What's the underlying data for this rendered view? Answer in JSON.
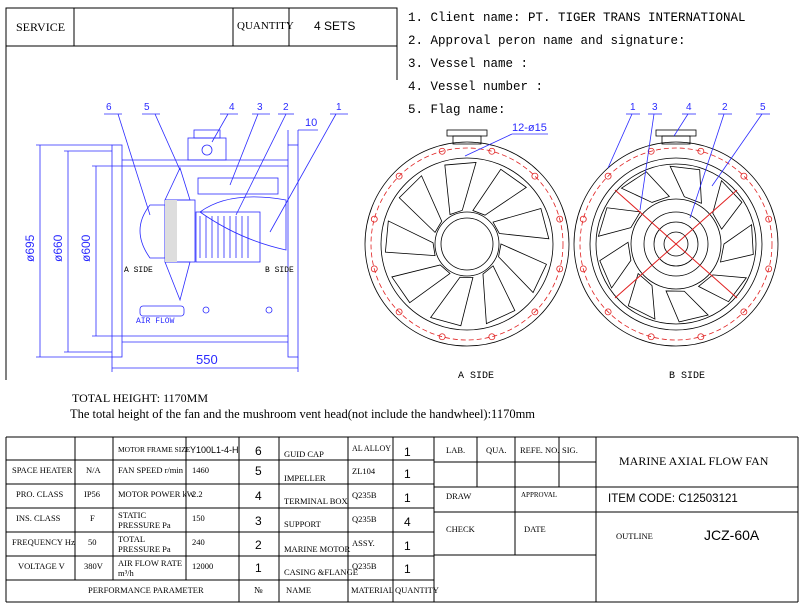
{
  "header": {
    "service_label": "SERVICE",
    "quantity_label": "QUANTITY",
    "quantity_value": "4 SETS"
  },
  "client_info": [
    "1.  Client name: PT. TIGER TRANS INTERNATIONAL",
    "2.  Approval peron name and signature:",
    "3.  Vessel name :",
    "4.  Vessel number :",
    "5.  Flag name:"
  ],
  "drawing": {
    "side_view_numbers": [
      "6",
      "5",
      "4",
      "3",
      "2",
      "1"
    ],
    "dim_10": "10",
    "dim_695": "ø695",
    "dim_660": "ø660",
    "dim_600": "ø600",
    "dim_550": "550",
    "a_side_small": "A SIDE",
    "b_side_small": "B SIDE",
    "air_flow": "AIR FLOW",
    "holes_label": "12-ø15",
    "a_side_label": "A SIDE",
    "b_side_label": "B SIDE",
    "b_view_numbers": [
      "1",
      "3",
      "4",
      "2",
      "5"
    ],
    "line_color": "#2a2aff",
    "red_color": "#e02020"
  },
  "notes": {
    "total_height": "TOTAL HEIGHT: 1170MM",
    "description": "The total height of the fan and the mushroom vent head(not include the handwheel):1170mm"
  },
  "params": {
    "motor_frame_label": "MOTOR FRAME SIZE",
    "motor_frame_value": "Y100L1-4-H",
    "rows": [
      {
        "name": "SPACE HEATER",
        "val": "N/A",
        "param": "FAN SPEED r/min",
        "pval": "1460"
      },
      {
        "name": "PRO. CLASS",
        "val": "IP56",
        "param": "MOTOR POWER kW",
        "pval": "2.2"
      },
      {
        "name": "INS. CLASS",
        "val": "F",
        "param": "STATIC PRESSURE Pa",
        "pval": "150"
      },
      {
        "name": "FREQUENCY  Hz",
        "val": "50",
        "param": "TOTAL PRESSURE Pa",
        "pval": "240"
      },
      {
        "name": "VOLTAGE  V",
        "val": "380V",
        "param": "AIR FLOW RATE m³/h",
        "pval": "12000"
      }
    ],
    "footer": "PERFORMANCE  PARAMETER"
  },
  "parts": {
    "rows": [
      {
        "no": "6",
        "name": "GUID CAP",
        "material": "AL ALLOY",
        "qty": "1"
      },
      {
        "no": "5",
        "name": "IMPELLER",
        "material": "ZL104",
        "qty": "1"
      },
      {
        "no": "4",
        "name": "TERMINAL BOX",
        "material": "Q235B",
        "qty": "1"
      },
      {
        "no": "3",
        "name": "SUPPORT",
        "material": "Q235B",
        "qty": "4"
      },
      {
        "no": "2",
        "name": "MARINE MOTOR",
        "material": "ASSY.",
        "qty": "1"
      },
      {
        "no": "1",
        "name": "CASING &FLANGE",
        "material": "Q235B",
        "qty": "1"
      }
    ],
    "no_header": "№",
    "name_header": "NAME",
    "material_header": "MATERIAL",
    "qty_header": "QUANTITY"
  },
  "title_block": {
    "lab": "LAB.",
    "qua": "QUA.",
    "refe_no": "REFE. NO.",
    "sig": "SIG.",
    "draw": "DRAW",
    "approval": "APPROVAL",
    "check": "CHECK",
    "date": "DATE",
    "title": "MARINE AXIAL FLOW FAN",
    "item_code": "ITEM CODE: C12503121",
    "outline": "OUTLINE",
    "model": "JCZ-60A"
  }
}
